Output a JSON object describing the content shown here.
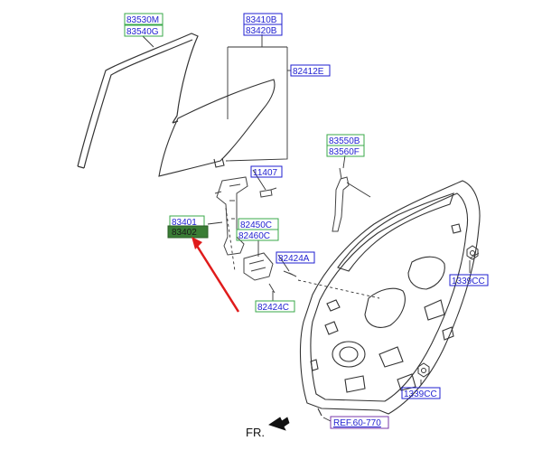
{
  "colors": {
    "label_text": "#1f1fd0",
    "label_border_blue": "#1f1fd0",
    "label_border_green": "#3aa84a",
    "highlight_fill": "#3a7d35",
    "arrow": "#e01b1b",
    "line": "#333333"
  },
  "labels": {
    "l83530m": "83530M",
    "l83540g": "83540G",
    "l83410b": "83410B",
    "l83420b": "83420B",
    "l82412e": "82412E",
    "l11407": "11407",
    "l83550b": "83550B",
    "l83560f": "83560F",
    "l83401": "83401",
    "l83402": "83402",
    "l82450c": "82450C",
    "l82460c": "82460C",
    "l82424a": "82424A",
    "l82424c": "82424C",
    "l1339cc_top": "1339CC",
    "l1339cc_bottom": "1339CC",
    "ref": "REF.60-770",
    "fr": "FR."
  },
  "icons": {
    "direction_arrow": "front-direction-arrow-icon",
    "pointer_arrow": "red-pointer-arrow-icon"
  }
}
